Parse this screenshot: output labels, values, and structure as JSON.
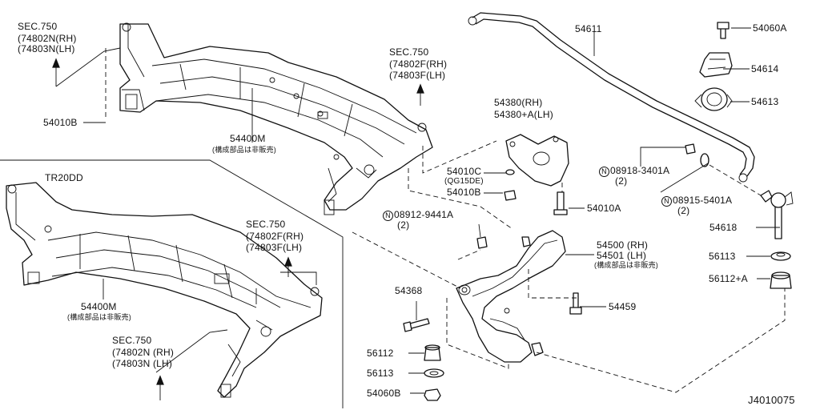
{
  "diagram_id": "J4010075",
  "labels": {
    "sec750_a": "SEC.750",
    "sec750_a_rh": "(74802N(RH)",
    "sec750_a_lh": "(74803N(LH)",
    "p54010B_a": "54010B",
    "p54400M_a": "54400M",
    "note_a": "(構成部品は非販売)",
    "sec750_b": "SEC.750",
    "sec750_b_rh": "(74802F(RH)",
    "sec750_b_lh": "(74803F(LH)",
    "p54611": "54611",
    "p54060A": "54060A",
    "p54614": "54614",
    "p54613": "54613",
    "p54380_rh": "54380(RH)",
    "p54380_lh": "54380+A(LH)",
    "p54010C": "54010C",
    "p54010C_sub": "(QG15DE)",
    "p54010B_b": "54010B",
    "p54010A": "54010A",
    "n08918": "08918-3401A",
    "n08918_q": "(2)",
    "n08915": "08915-5401A",
    "n08915_q": "(2)",
    "p54618": "54618",
    "p56113_r": "56113",
    "p56112A": "56112+A",
    "tr20dd": "TR20DD",
    "n08912": "08912-9441A",
    "n08912_q": "(2)",
    "sec750_c": "SEC.750",
    "sec750_c_rh": "(74802F(RH)",
    "sec750_c_lh": "(74803F(LH)",
    "p54500": "54500 (RH)",
    "p54501": "54501 (LH)",
    "note_b": "(構成部品は非販売)",
    "p54368": "54368",
    "p54459": "54459",
    "p54400M_b": "54400M",
    "note_c": "(構成部品は非販売)",
    "sec750_d": "SEC.750",
    "sec750_d_rh": "(74802N (RH)",
    "sec750_d_lh": "(74803N (LH)",
    "p56112": "56112",
    "p56113_l": "56113",
    "p54060B": "54060B",
    "n_mark": "N"
  }
}
